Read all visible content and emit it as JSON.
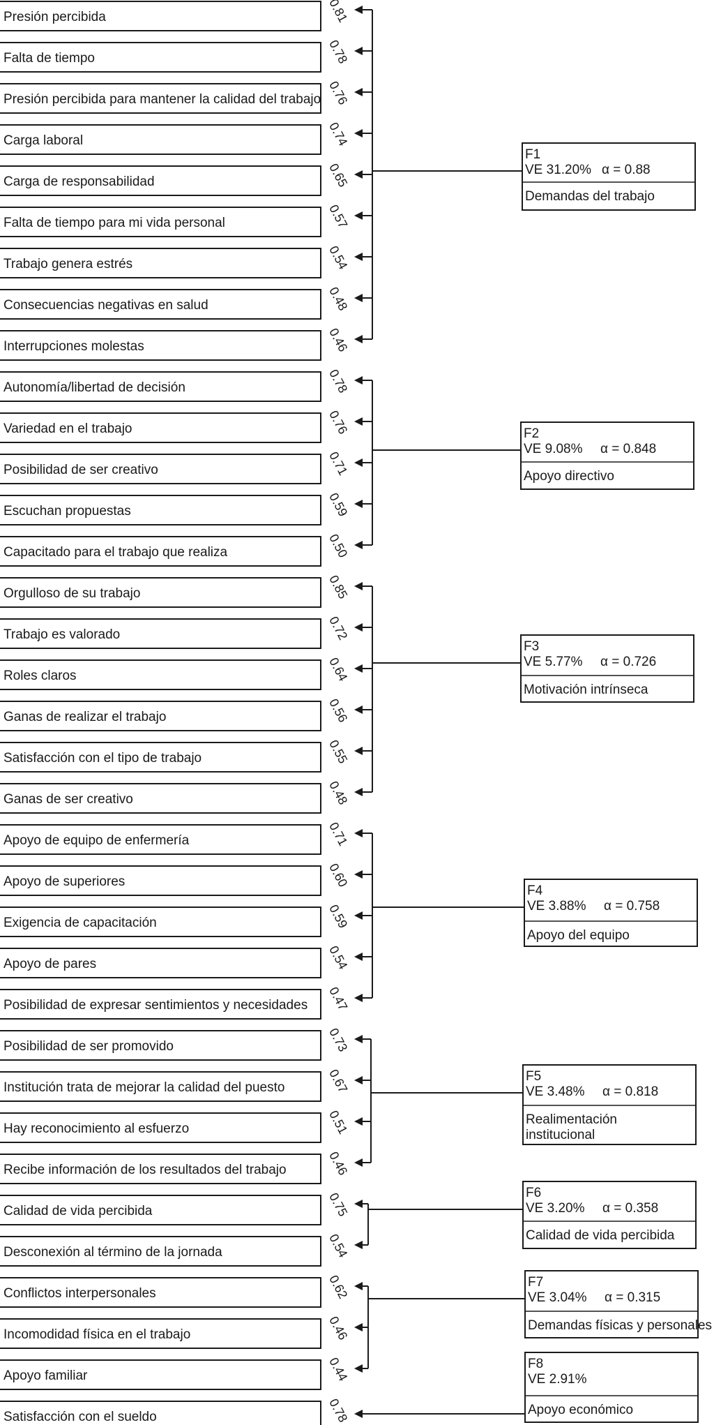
{
  "items": [
    {
      "label": "Presión percibida",
      "loading": "0.81",
      "factor": 0
    },
    {
      "label": "Falta de tiempo",
      "loading": "0.78",
      "factor": 0
    },
    {
      "label": "Presión percibida para mantener la calidad del trabajo",
      "loading": "0.76",
      "factor": 0
    },
    {
      "label": "Carga laboral",
      "loading": "0.74",
      "factor": 0
    },
    {
      "label": "Carga de responsabilidad",
      "loading": "0.65",
      "factor": 0
    },
    {
      "label": "Falta de tiempo para mi vida personal",
      "loading": "0.57",
      "factor": 0
    },
    {
      "label": "Trabajo genera estrés",
      "loading": "0.54",
      "factor": 0
    },
    {
      "label": "Consecuencias negativas en salud",
      "loading": "0.48",
      "factor": 0
    },
    {
      "label": "Interrupciones molestas",
      "loading": "0.46",
      "factor": 0
    },
    {
      "label": "Autonomía/libertad de decisión",
      "loading": "0.78",
      "factor": 1
    },
    {
      "label": "Variedad en el trabajo",
      "loading": "0.76",
      "factor": 1
    },
    {
      "label": "Posibilidad de ser creativo",
      "loading": "0.71",
      "factor": 1
    },
    {
      "label": "Escuchan propuestas",
      "loading": "0.59",
      "factor": 1
    },
    {
      "label": "Capacitado para el trabajo que realiza",
      "loading": "0.50",
      "factor": 1
    },
    {
      "label": "Orgulloso de su trabajo",
      "loading": "0.85",
      "factor": 2
    },
    {
      "label": "Trabajo es valorado",
      "loading": "0.72",
      "factor": 2
    },
    {
      "label": "Roles claros",
      "loading": "0.64",
      "factor": 2
    },
    {
      "label": "Ganas de realizar el trabajo",
      "loading": "0.56",
      "factor": 2
    },
    {
      "label": "Satisfacción con el tipo de trabajo",
      "loading": "0.55",
      "factor": 2
    },
    {
      "label": "Ganas de ser creativo",
      "loading": "0.48",
      "factor": 2
    },
    {
      "label": "Apoyo de equipo de enfermería",
      "loading": "0.71",
      "factor": 3
    },
    {
      "label": "Apoyo de superiores",
      "loading": "0.60",
      "factor": 3
    },
    {
      "label": "Exigencia de capacitación",
      "loading": "0.59",
      "factor": 3
    },
    {
      "label": "Apoyo de pares",
      "loading": "0.54",
      "factor": 3
    },
    {
      "label": "Posibilidad de expresar sentimientos y necesidades",
      "loading": "0.47",
      "factor": 3
    },
    {
      "label": "Posibilidad de ser promovido",
      "loading": "0.73",
      "factor": 4
    },
    {
      "label": "Institución trata de mejorar la calidad del puesto",
      "loading": "0.67",
      "factor": 4
    },
    {
      "label": "Hay reconocimiento al esfuerzo",
      "loading": "0.51",
      "factor": 4
    },
    {
      "label": "Recibe información de los resultados del trabajo",
      "loading": "0.46",
      "factor": 4
    },
    {
      "label": "Calidad de vida percibida",
      "loading": "0.75",
      "factor": 5
    },
    {
      "label": "Desconexión al término de la jornada",
      "loading": "0.54",
      "factor": 5
    },
    {
      "label": "Conflictos interpersonales",
      "loading": "0.62",
      "factor": 6
    },
    {
      "label": "Incomodidad física en el trabajo",
      "loading": "0.46",
      "factor": 6
    },
    {
      "label": "Apoyo familiar",
      "loading": "0.44",
      "factor": 6
    },
    {
      "label": "Satisfacción con el sueldo",
      "loading": "0.78",
      "factor": 7
    }
  ],
  "factors": [
    {
      "id": "F1",
      "ve": "VE 31.20%",
      "alpha": "α = 0.88",
      "name_lines": [
        "Demandas del trabajo"
      ]
    },
    {
      "id": "F2",
      "ve": "VE 9.08%",
      "alpha": "α = 0.848",
      "name_lines": [
        "Apoyo directivo"
      ]
    },
    {
      "id": "F3",
      "ve": "VE 5.77%",
      "alpha": "α = 0.726",
      "name_lines": [
        "Motivación intrínseca"
      ]
    },
    {
      "id": "F4",
      "ve": "VE 3.88%",
      "alpha": "α = 0.758",
      "name_lines": [
        "Apoyo del equipo"
      ]
    },
    {
      "id": "F5",
      "ve": "VE 3.48%",
      "alpha": "α = 0.818",
      "name_lines": [
        "Realimentación",
        "institucional"
      ]
    },
    {
      "id": "F6",
      "ve": "VE 3.20%",
      "alpha": "α = 0.358",
      "name_lines": [
        "Calidad de vida percibida"
      ]
    },
    {
      "id": "F7",
      "ve": "VE 3.04%",
      "alpha": "α = 0.315",
      "name_lines": [
        "Demandas físicas y personales"
      ]
    },
    {
      "id": "F8",
      "ve": "VE 2.91%",
      "alpha": "",
      "name_lines": [
        "Apoyo económico"
      ]
    }
  ]
}
